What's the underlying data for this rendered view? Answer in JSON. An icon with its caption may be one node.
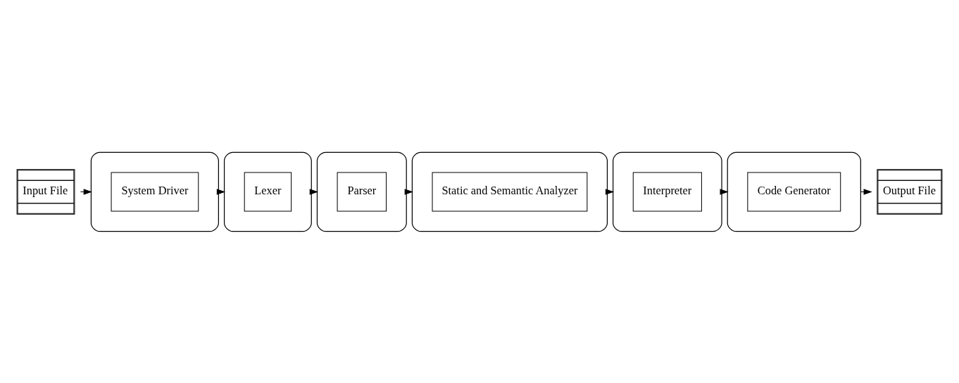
{
  "diagram": {
    "nodes": [
      {
        "text": [
          "Input File"
        ]
      },
      {
        "text": [],
        "shape": "ellipse"
      },
      {
        "text": [
          "System Driver"
        ],
        "in": 1
      },
      {
        "text": [],
        "shape": "ellipse"
      },
      {
        "text": [
          "Lexer"
        ],
        "in": 3
      },
      {
        "text": [],
        "shape": "ellipse"
      },
      {
        "text": [
          "Parser"
        ],
        "in": 5
      },
      {
        "text": [],
        "shape": "ellipse"
      },
      {
        "text": [
          "Static and Semantic Analyzer"
        ],
        "in": 7
      },
      {
        "text": [],
        "shape": "ellipse"
      },
      {
        "text": [
          "Interpreter"
        ],
        "in": 9
      },
      {
        "text": [],
        "shape": "ellipse"
      },
      {
        "text": [
          "Code Generator"
        ],
        "in": 11
      },
      {
        "text": [
          "Output File"
        ]
      }
    ],
    "edges": [
      {
        "from": 0,
        "to": 1,
        "arrow": "to"
      },
      {
        "from": 1,
        "to": 3,
        "arrow": "to"
      },
      {
        "from": 3,
        "to": 5,
        "arrow": "to"
      },
      {
        "from": 5,
        "to": 7,
        "arrow": "to"
      },
      {
        "from": 7,
        "to": 9,
        "arrow": "to"
      },
      {
        "from": 9,
        "to": 11,
        "arrow": "to"
      },
      {
        "from": 11,
        "to": 13,
        "arrow": "to"
      }
    ]
  }
}
